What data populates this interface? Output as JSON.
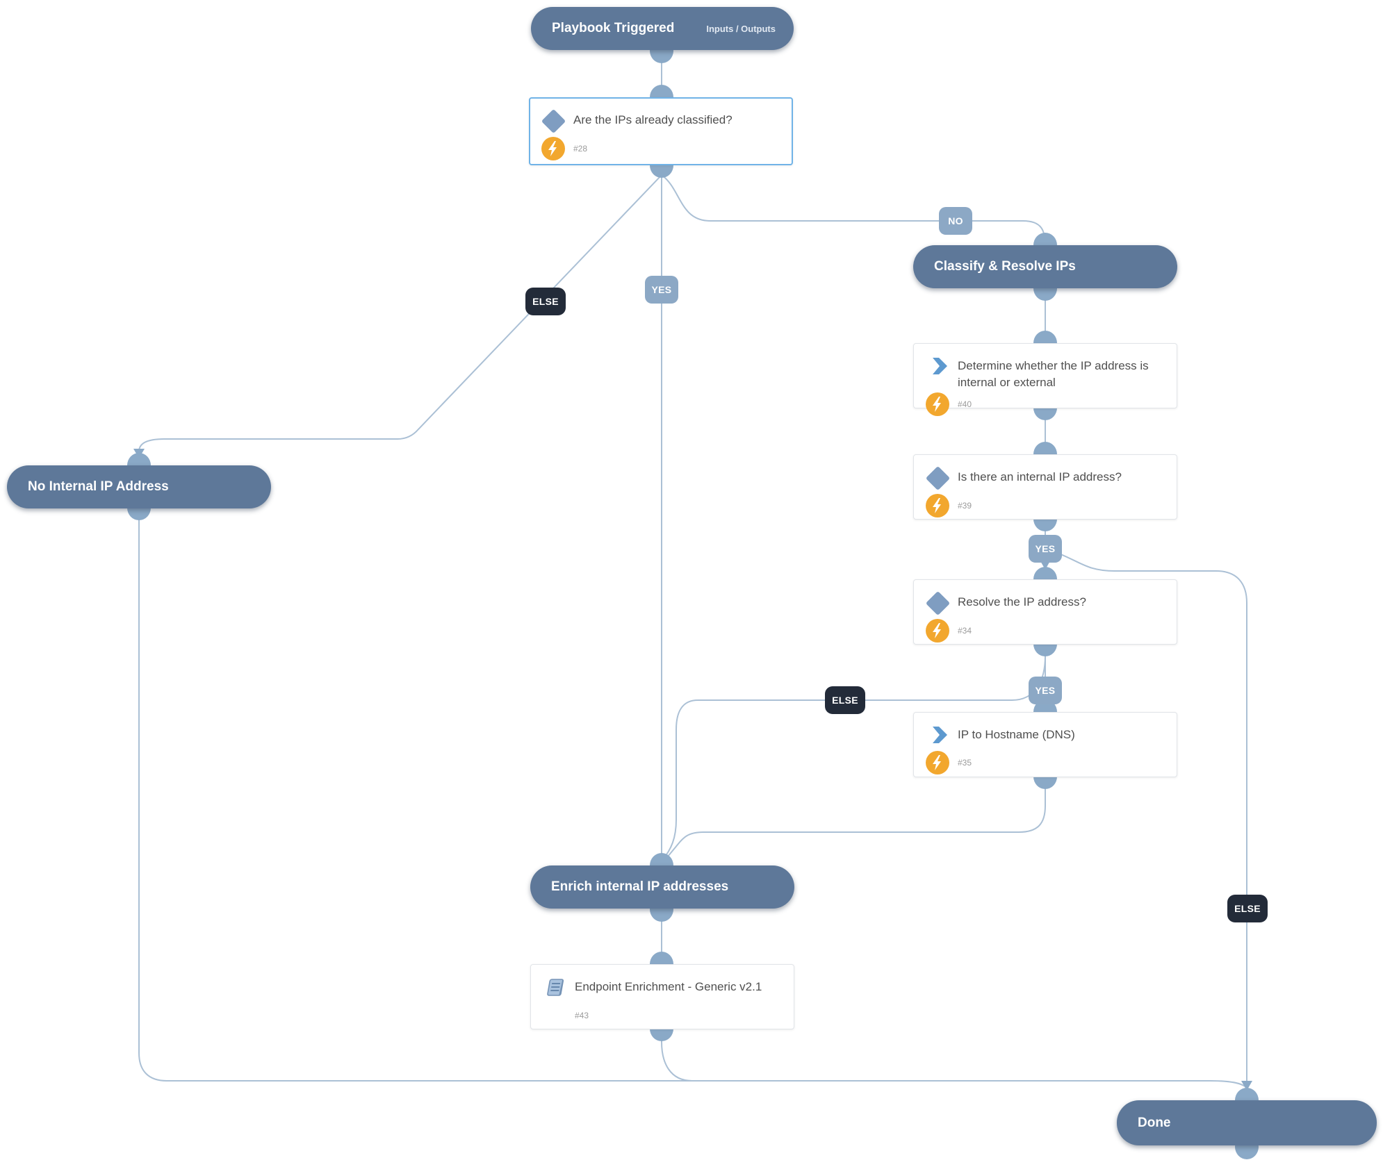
{
  "labels": {
    "yes": "YES",
    "no": "NO",
    "else": "ELSE"
  },
  "nodes": {
    "playbook_triggered": {
      "title": "Playbook Triggered",
      "link_label": "Inputs / Outputs"
    },
    "are_ips_classified": {
      "title": "Are the IPs already classified?",
      "task_id": "#28"
    },
    "classify_resolve_ips": {
      "title": "Classify & Resolve IPs"
    },
    "determine_internal_or_external": {
      "title": "Determine whether the IP address is internal or external",
      "task_id": "#40"
    },
    "is_internal_ip": {
      "title": "Is there an internal IP address?",
      "task_id": "#39"
    },
    "resolve_ip": {
      "title": "Resolve the IP address?",
      "task_id": "#34"
    },
    "ip_to_hostname_dns": {
      "title": "IP to Hostname (DNS)",
      "task_id": "#35"
    },
    "no_internal_ip": {
      "title": "No Internal IP Address"
    },
    "enrich_internal_ips": {
      "title": "Enrich internal IP addresses"
    },
    "endpoint_enrichment": {
      "title": "Endpoint Enrichment - Generic v2.1",
      "task_id": "#43"
    },
    "done": {
      "title": "Done"
    }
  },
  "colors": {
    "section_node": "#5e7899",
    "connector_line": "#abc0d5",
    "connector_dot": "#8aa9c7",
    "decision_badge": "#8ca8c5",
    "else_badge": "#232b39",
    "selected_border": "#70b3e7",
    "automation_badge": "#f2a72e",
    "condition_icon": "#7f9dc1",
    "task_icon": "#5d99cf"
  }
}
